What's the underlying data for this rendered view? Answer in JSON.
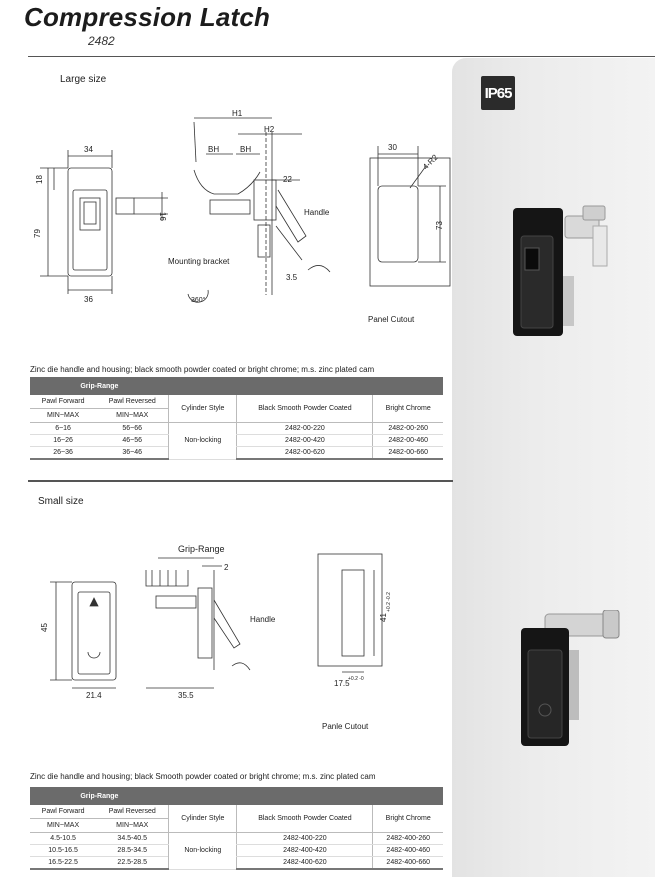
{
  "header": {
    "title": "Compression Latch",
    "subtitle": "2482"
  },
  "badge": {
    "text": "IP65"
  },
  "large": {
    "section_label": "Large size",
    "dims": {
      "h1": "H1",
      "h2": "H2",
      "bh1": "BH",
      "bh2": "BH",
      "d34": "34",
      "d18": "18",
      "d79": "79",
      "d16": "16",
      "d36": "36",
      "d22": "22",
      "d35": "3.5",
      "d30": "30",
      "d73": "73",
      "r2": "4-R2",
      "rot": "360°"
    },
    "labels": {
      "handle": "Handle",
      "bracket": "Mounting bracket",
      "cutout": "Panel Cutout"
    },
    "description": "Zinc die handle and housing; black smooth powder coated or bright chrome; m.s. zinc plated cam",
    "table": {
      "grip_range": "Grip-Range",
      "pawl_forward": "Pawl Forward",
      "pawl_reversed": "Pawl Reversed",
      "minmax1": "MIN~MAX",
      "minmax2": "MIN~MAX",
      "cylinder": "Cylinder Style",
      "black": "Black Smooth Powder Coated",
      "chrome": "Bright Chrome",
      "style": "Non-locking",
      "rows": [
        {
          "fwd": "6~16",
          "rev": "56~66",
          "black": "2482-00-220",
          "chrome": "2482-00-260"
        },
        {
          "fwd": "16~26",
          "rev": "46~56",
          "black": "2482-00-420",
          "chrome": "2482-00-460"
        },
        {
          "fwd": "26~36",
          "rev": "36~46",
          "black": "2482-00-620",
          "chrome": "2482-00-660"
        }
      ]
    }
  },
  "small": {
    "section_label": "Small size",
    "dims": {
      "grip": "Grip-Range",
      "d2": "2",
      "d45": "45",
      "d214": "21.4",
      "d355": "35.5",
      "d41": "41",
      "d41tol": "+0.2 -0.2",
      "d175": "17.5",
      "d175tol": "+0.2 -0"
    },
    "labels": {
      "handle": "Handle",
      "cutout": "Panle Cutout"
    },
    "description": "Zinc die handle and housing; black Smooth powder coated or bright chrome; m.s. zinc plated cam",
    "table": {
      "grip_range": "Grip-Range",
      "pawl_forward": "Pawl Forward",
      "pawl_reversed": "Pawl Reversed",
      "minmax1": "MIN~MAX",
      "minmax2": "MIN~MAX",
      "cylinder": "Cylinder Style",
      "black": "Black Smooth Powder Coated",
      "chrome": "Bright Chrome",
      "style": "Non-locking",
      "rows": [
        {
          "fwd": "4.5-10.5",
          "rev": "34.5-40.5",
          "black": "2482-400-220",
          "chrome": "2482-400-260"
        },
        {
          "fwd": "10.5-16.5",
          "rev": "28.5-34.5",
          "black": "2482-400-420",
          "chrome": "2482-400-460"
        },
        {
          "fwd": "16.5-22.5",
          "rev": "22.5-28.5",
          "black": "2482-400-620",
          "chrome": "2482-400-660"
        }
      ]
    }
  }
}
